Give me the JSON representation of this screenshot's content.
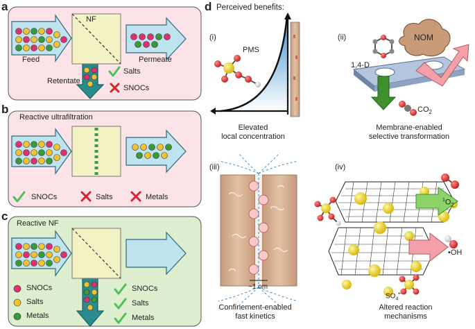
{
  "panels": {
    "a": {
      "label": "a",
      "nf": "NF",
      "feed": "Feed",
      "permeate": "Permeate",
      "retentate": "Retentate",
      "checks": [
        "Salts"
      ],
      "crosses": [
        "SNOCs"
      ]
    },
    "b": {
      "label": "b",
      "title": "Reactive ultrafiltration",
      "checks": [
        "SNOCs"
      ],
      "crosses": [
        "Salts",
        "Metals"
      ]
    },
    "c": {
      "label": "c",
      "title": "Reactive NF",
      "legend": [
        "SNOCs",
        "Salts",
        "Metals"
      ],
      "checks": [
        "SNOCs",
        "Salts",
        "Metals"
      ]
    },
    "d": {
      "label": "d",
      "title": "Perceived benefits:",
      "i": {
        "numeral": "(i)",
        "molecule": "PMS",
        "caption_line1": "Elevated",
        "caption_line2": "local concentration"
      },
      "ii": {
        "numeral": "(ii)",
        "molecule": "1,4-D",
        "nom": "NOM",
        "co2": "CO",
        "co2_sub": "2",
        "caption_line1": "Membrane-enabled",
        "caption_line2": "selective transformation"
      },
      "iii": {
        "numeral": "(iii)",
        "scale": "~1 nm",
        "caption_line1": "Confinement-enabled",
        "caption_line2": "fast kinetics"
      },
      "iv": {
        "numeral": "(iv)",
        "o2": "O",
        "o2_sup": "1",
        "o2_sub": "2",
        "oh": "•OH",
        "so4": "SO",
        "so4_sub": "4",
        "so4_sup": "•-",
        "caption_line1": "Altered reaction",
        "caption_line2": "mechanisms"
      }
    }
  },
  "colors": {
    "panel_a_bg": "#fbe3e8",
    "panel_b_bg": "#fbe3e8",
    "panel_c_bg": "#ddefcf",
    "arrow_fill": "#bfe3ef",
    "arrow_dark": "#2a8c8c",
    "membrane_fill": "#f3f2c4",
    "check": "#4fbf5a",
    "cross": "#d4242f",
    "snoc": "#e0306e",
    "salt": "#f2c230",
    "metal": "#3a9a3a"
  }
}
